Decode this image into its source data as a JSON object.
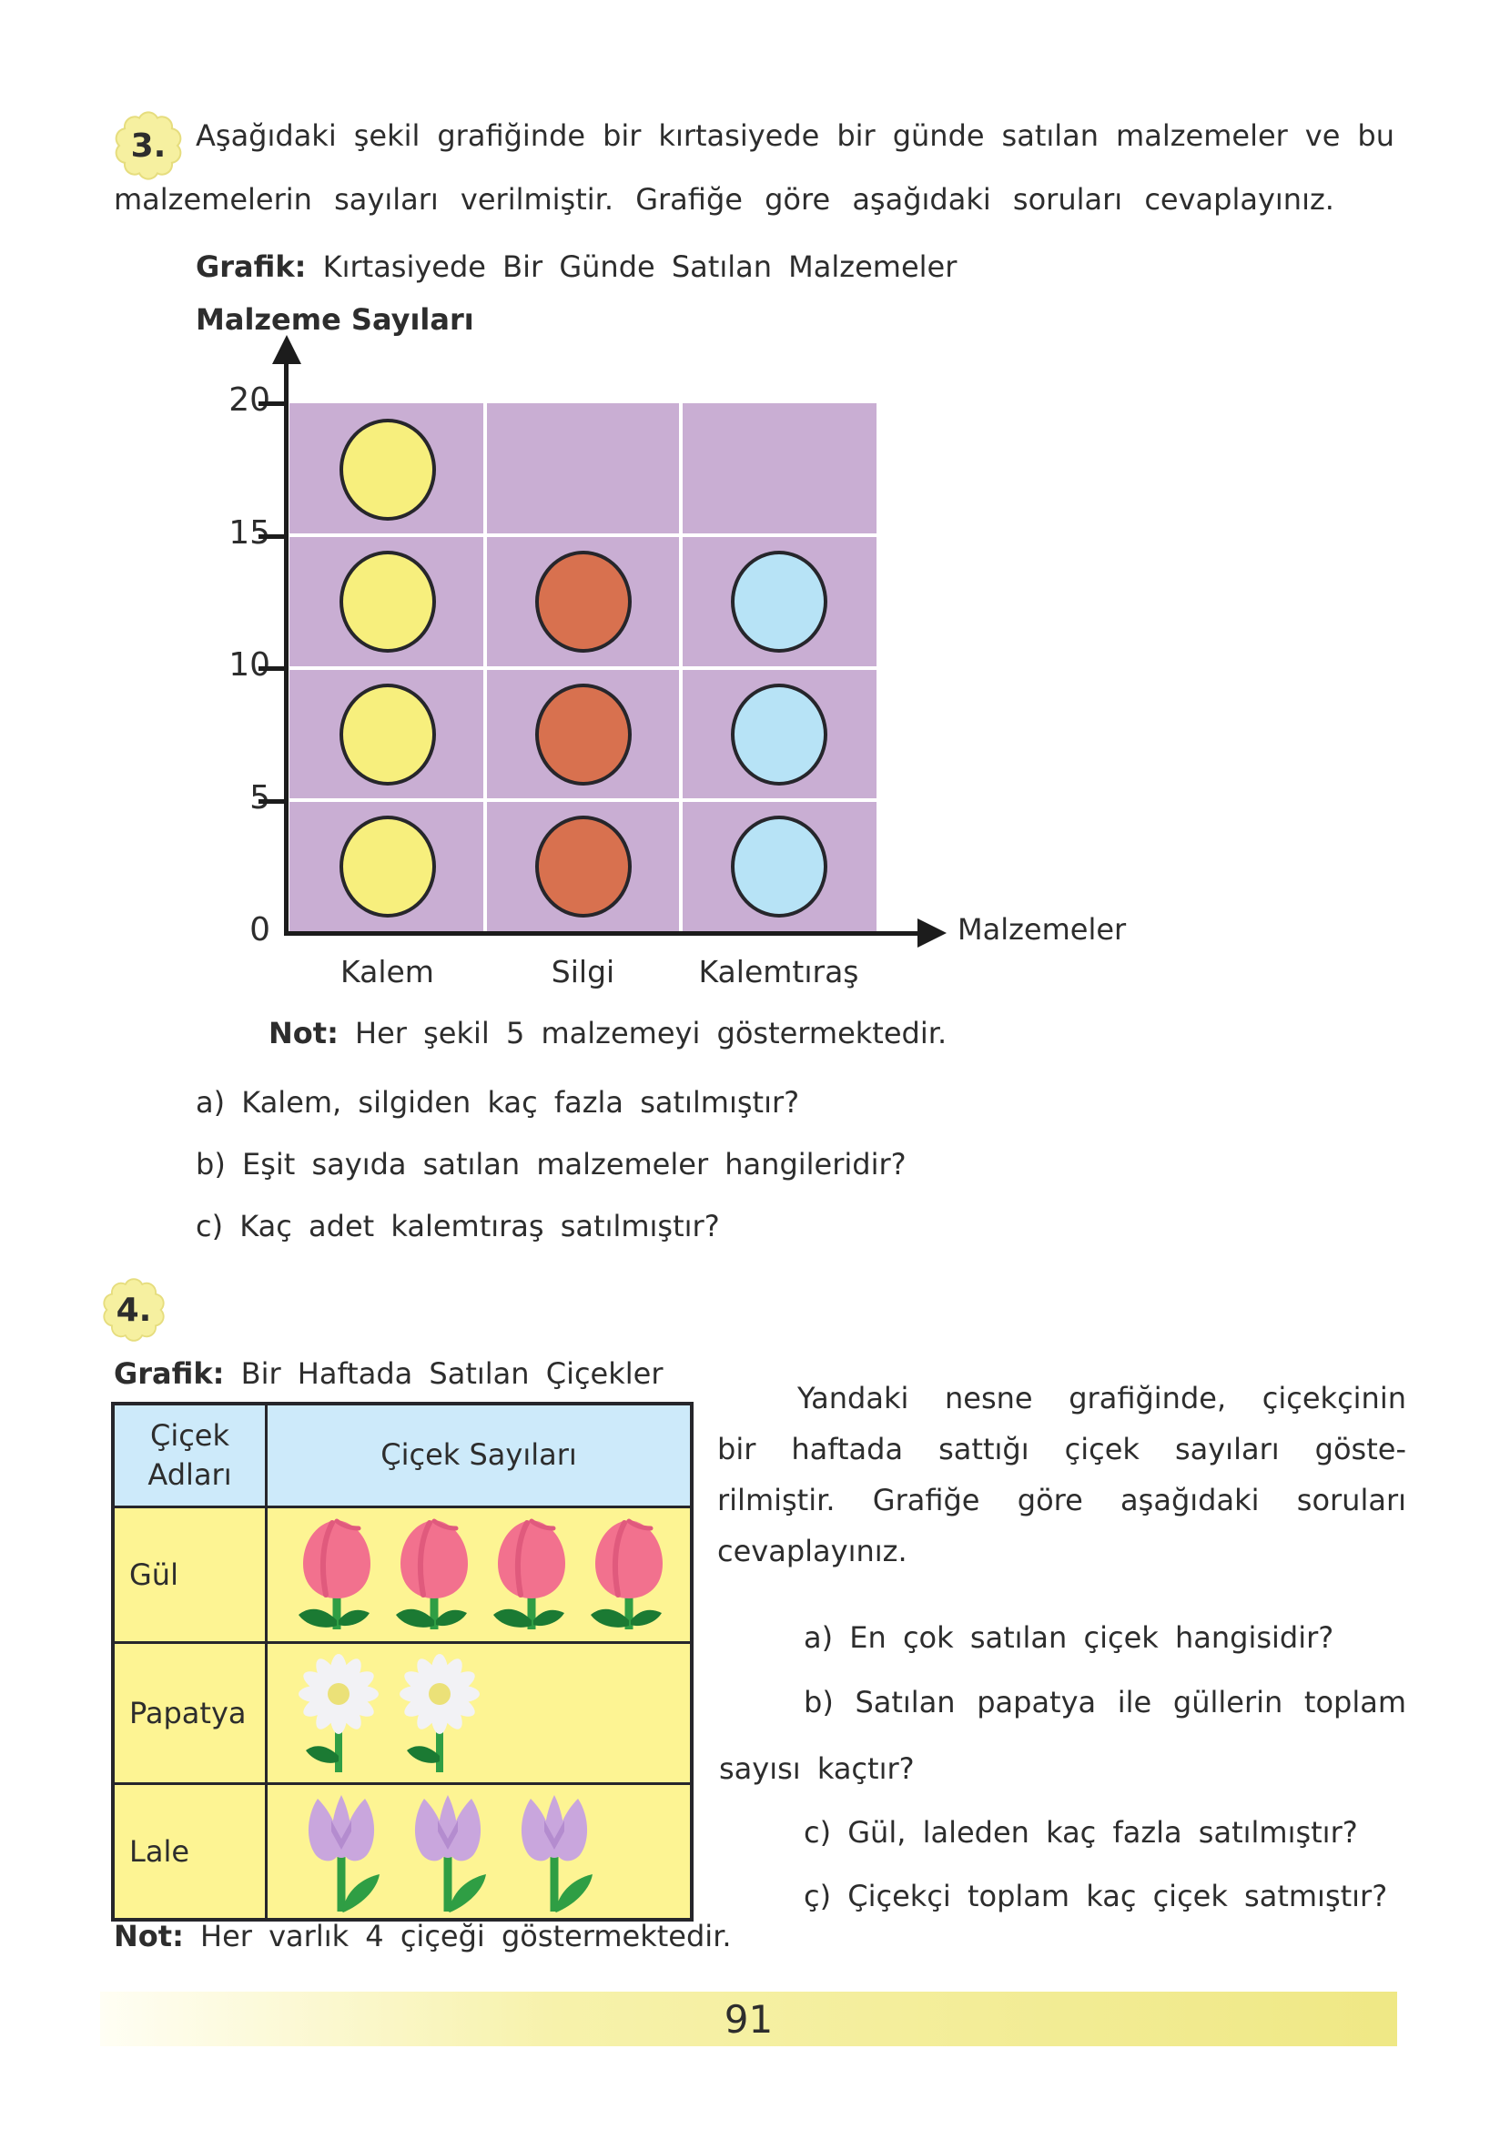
{
  "q3": {
    "badge": "3.",
    "intro": {
      "line1": "Aşağıdaki şekil grafiğinde bir kırtasiyede bir günde satılan malzemeler ve bu",
      "line2": "malzemelerin sayıları verilmiştir. Grafiğe göre aşağıdaki soruları cevaplayınız."
    },
    "grafik_label": "Grafik:",
    "note_label": "Not:",
    "note_text": "Her şekil 5 malzemeyi göstermektedir.",
    "questions": [
      {
        "label": "a)",
        "text": "Kalem, silgiden kaç fazla satılmıştır?"
      },
      {
        "label": "b)",
        "text": "Eşit sayıda satılan malzemeler hangileridir?"
      },
      {
        "label": "c)",
        "text": "Kaç adet kalemtıraş satılmıştır?"
      }
    ]
  },
  "chart_data": [
    {
      "type": "pictograph",
      "title": "Kırtasiyede Bir Günde Satılan Malzemeler",
      "xlabel": "Malzemeler",
      "ylabel": "Malzeme Sayıları",
      "categories": [
        "Kalem",
        "Silgi",
        "Kalemtıraş"
      ],
      "values": [
        20,
        15,
        15
      ],
      "symbols_per_category": [
        4,
        3,
        3
      ],
      "unit_per_symbol": 5,
      "y_ticks": [
        0,
        5,
        10,
        15,
        20
      ],
      "ylim": [
        0,
        20
      ],
      "grid": true,
      "plot_background": "#c9aed3",
      "symbol_colors": {
        "Kalem": "#f7ef7d",
        "Silgi": "#d8714f",
        "Kalemtıraş": "#b7e3f6"
      },
      "note": "Her şekil 5 malzemeyi göstermektedir."
    },
    {
      "type": "pictograph",
      "title": "Bir Haftada Satılan Çiçekler",
      "columns": [
        "Çiçek Adları",
        "Çiçek Sayıları"
      ],
      "categories": [
        "Gül",
        "Papatya",
        "Lale"
      ],
      "symbols": [
        "rose",
        "daisy",
        "tulip"
      ],
      "symbols_per_category": [
        4,
        2,
        3
      ],
      "unit_per_symbol": 4,
      "values": [
        16,
        8,
        12
      ],
      "note": "Her varlık 4 çiçeği göstermektedir."
    }
  ],
  "q4": {
    "badge": "4.",
    "grafik_label": "Grafik:",
    "note_label": "Not:",
    "note_text": "Her varlık 4 çiçeği göstermektedir.",
    "intro": {
      "line1": "Yandaki nesne grafiğinde, çiçekçinin",
      "line2": "bir haftada sattığı çiçek sayıları göste-",
      "line3": "rilmiştir. Grafiğe göre aşağıdaki soruları",
      "line4": "cevaplayınız."
    },
    "questions": [
      {
        "label": "a)",
        "text": "En çok satılan çiçek hangisidir?"
      },
      {
        "label": "b)",
        "text": "Satılan papatya ile güllerin toplam",
        "cont": "sayısı kaçtır?"
      },
      {
        "label": "c)",
        "text": "Gül, laleden kaç fazla satılmıştır?"
      },
      {
        "label": "ç)",
        "text": "Çiçekçi toplam kaç çiçek satmıştır?"
      }
    ]
  },
  "footer": {
    "page_number": "91"
  }
}
